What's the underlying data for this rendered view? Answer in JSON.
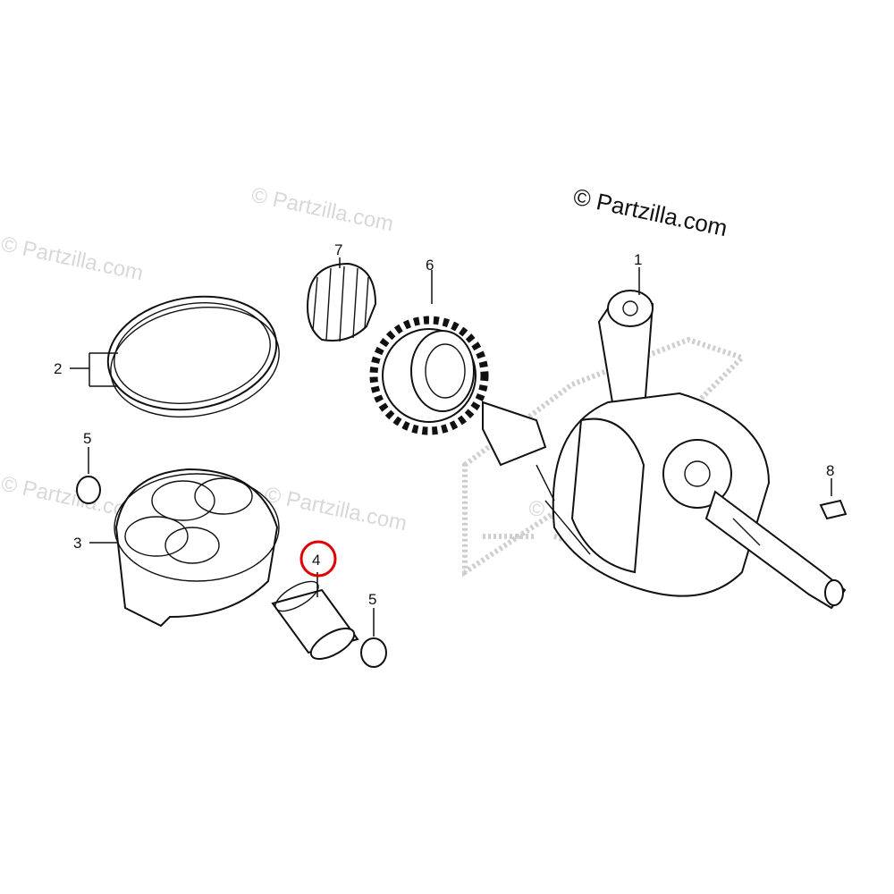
{
  "watermark": "© Partzilla.com",
  "callouts": [
    {
      "number": "1",
      "part": "crankshaft"
    },
    {
      "number": "2",
      "part": "piston-ring-set"
    },
    {
      "number": "3",
      "part": "piston"
    },
    {
      "number": "4",
      "part": "piston-pin",
      "highlighted": true
    },
    {
      "number": "5",
      "part": "piston-pin-clip"
    },
    {
      "number": "5",
      "part": "piston-pin-clip"
    },
    {
      "number": "6",
      "part": "gear"
    },
    {
      "number": "7",
      "part": "needle-bearing"
    },
    {
      "number": "8",
      "part": "key"
    }
  ],
  "highlight_color": "#e00000"
}
